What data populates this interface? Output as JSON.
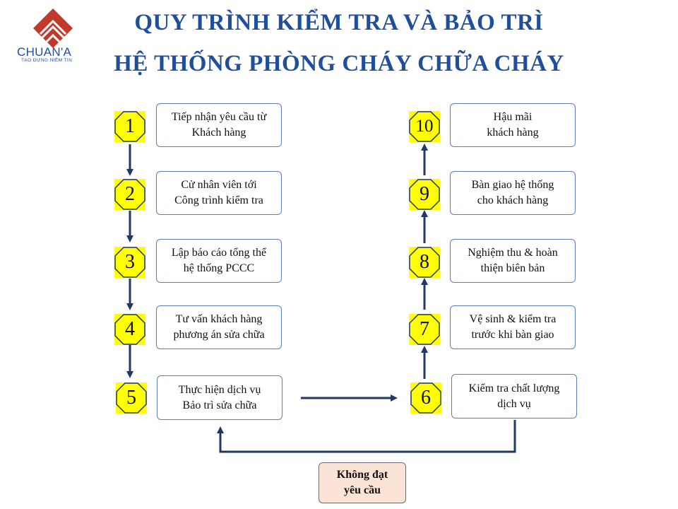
{
  "title": {
    "line1": "QUY TRÌNH KIỂM TRA VÀ BẢO TRÌ",
    "line2": "HỆ THỐNG PHÒNG CHÁY CHỮA CHÁY"
  },
  "logo": {
    "name": "CHUAN'A",
    "tagline": "TẠO DỰNG NIỀM TIN"
  },
  "steps": [
    {
      "number": "1",
      "text": "Tiếp nhận yêu cầu từ\nKhách hàng"
    },
    {
      "number": "2",
      "text": "Cử nhân viên tới\nCông trình kiểm tra"
    },
    {
      "number": "3",
      "text": "Lập báo cáo tổng thể\nhệ thống PCCC"
    },
    {
      "number": "4",
      "text": "Tư vấn  khách hàng\nphương án sửa chữa"
    },
    {
      "number": "5",
      "text": "Thực hiện dịch vụ\nBảo trì sửa chữa"
    },
    {
      "number": "6",
      "text": "Kiểm tra chất lượng\ndịch vụ"
    },
    {
      "number": "7",
      "text": "Vệ sinh & kiểm tra\ntrước khi bàn giao"
    },
    {
      "number": "8",
      "text": "Nghiệm thu & hoàn\nthiện biên bản"
    },
    {
      "number": "9",
      "text": "Bàn giao hệ thống\ncho khách hàng"
    },
    {
      "number": "10",
      "text": "Hậu mãi\nkhách hàng"
    }
  ],
  "fail_box": {
    "text": "Không đạt\nyêu cầu"
  },
  "colors": {
    "title": "#1f4e9b",
    "arrow": "#1f3864",
    "badge": "#ffff00",
    "fail_box": "#fbe3d6",
    "logo_red": "#c0392b"
  }
}
